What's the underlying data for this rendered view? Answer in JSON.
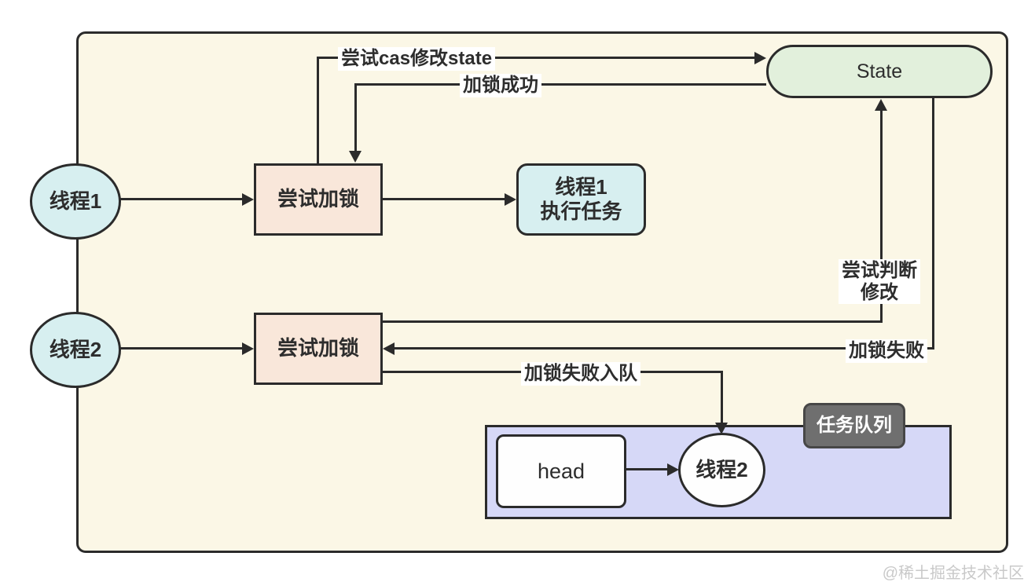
{
  "diagram": {
    "title_context": "AQS lock flow diagram",
    "nodes": {
      "thread1": {
        "label": "线程1"
      },
      "thread2": {
        "label": "线程2"
      },
      "try_lock_1": {
        "label": "尝试加锁"
      },
      "try_lock_2": {
        "label": "尝试加锁"
      },
      "thread1_task": {
        "label_line1": "线程1",
        "label_line2": "执行任务"
      },
      "state": {
        "label": "State"
      },
      "task_queue_tag": {
        "label": "任务队列"
      },
      "head": {
        "label": "head"
      },
      "queued_thread2": {
        "label": "线程2"
      }
    },
    "edges": {
      "try_cas_modify_state": {
        "label": "尝试cas修改state",
        "from": "try_lock_1",
        "to": "state"
      },
      "lock_success": {
        "label": "加锁成功",
        "from": "state",
        "to": "try_lock_1"
      },
      "try_judge_modify": {
        "label_line1": "尝试判断",
        "label_line2": "修改",
        "from": "try_lock_2",
        "to": "state"
      },
      "lock_fail": {
        "label": "加锁失败",
        "from": "state",
        "to": "try_lock_2"
      },
      "lock_fail_enqueue": {
        "label": "加锁失败入队",
        "from": "try_lock_2",
        "to": "queued_thread2"
      },
      "thread1_to_trylock": {
        "label": "",
        "from": "thread1",
        "to": "try_lock_1"
      },
      "trylock_to_task": {
        "label": "",
        "from": "try_lock_1",
        "to": "thread1_task"
      },
      "thread2_to_trylock": {
        "label": "",
        "from": "thread2",
        "to": "try_lock_2"
      },
      "head_to_queued_thread2": {
        "label": "",
        "from": "head",
        "to": "queued_thread2"
      }
    },
    "watermark": "@稀土掘金技术社区",
    "colors": {
      "page_background": "#ffffff",
      "frame_fill": "#fbf7e6",
      "line": "#2b2b2b",
      "state_fill": "#e2f0dc",
      "try_lock_fill": "#f9e7da",
      "thread_circle_fill": "#d7eff0",
      "task_box_fill": "#d7eff0",
      "queue_fill": "#d6d8f7",
      "queue_tag_fill": "#6f6f6f",
      "queue_node_fill": "#fefefe",
      "watermark_text": "#c9c9c9"
    }
  }
}
